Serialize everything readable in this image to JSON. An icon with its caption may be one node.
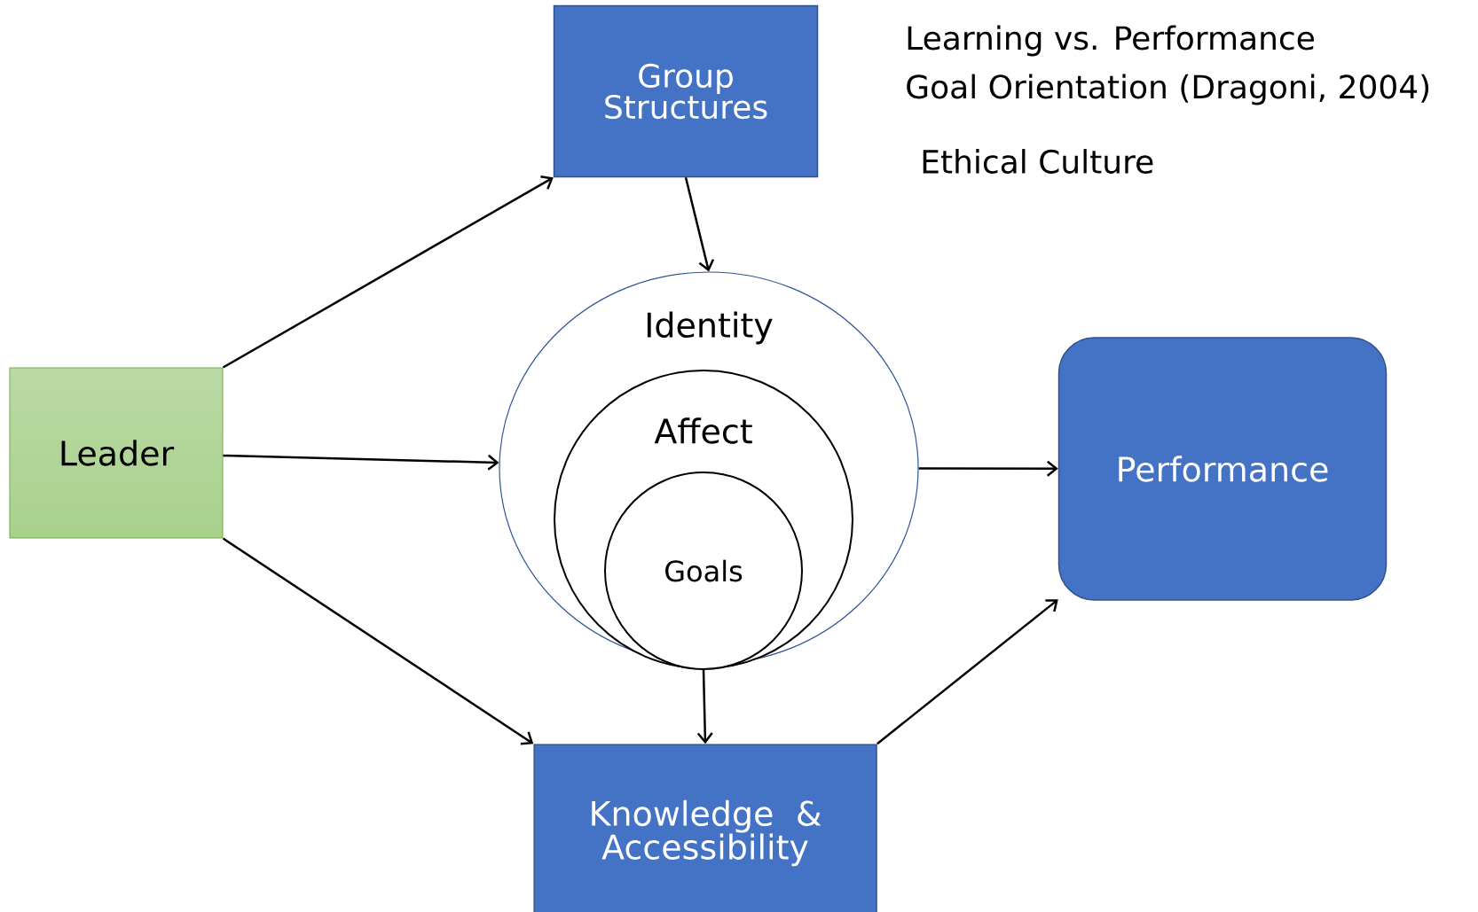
{
  "diagram": {
    "nodes": [
      {
        "text": [
          "Group Structures"
        ]
      },
      {
        "text": [
          "Leader"
        ]
      },
      {
        "text": [
          "Identity"
        ]
      },
      {
        "text": [
          "Affect"
        ],
        "in": 2
      },
      {
        "text": [
          "Goals"
        ],
        "in": 3
      },
      {
        "text": [
          "Performance"
        ]
      },
      {
        "text": [
          "Knowledge & Accessibility"
        ]
      }
    ],
    "edges": [
      {
        "from": 1,
        "to": 0,
        "arrow": "to"
      },
      {
        "from": 1,
        "to": 2,
        "arrow": "to"
      },
      {
        "from": 1,
        "to": 6,
        "arrow": "to"
      },
      {
        "from": 0,
        "to": 2,
        "arrow": "to"
      },
      {
        "from": 2,
        "to": 5,
        "arrow": "to"
      },
      {
        "from": 4,
        "to": 6,
        "arrow": "to"
      },
      {
        "from": 6,
        "to": 5,
        "arrow": "to"
      }
    ],
    "labels": [
      "Learning vs. Performance",
      "Goal Orientation (Dragoni, 2004)",
      "Ethical Culture"
    ]
  }
}
